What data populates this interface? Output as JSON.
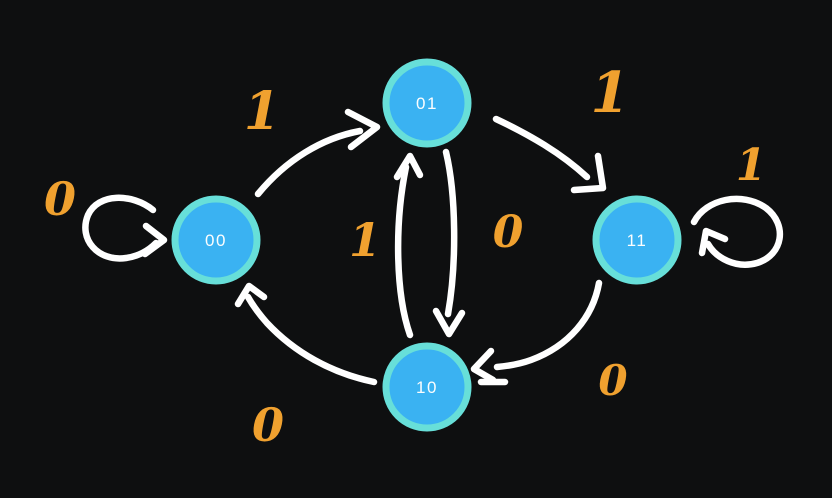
{
  "diagram": {
    "type": "finite-state-machine",
    "colors": {
      "background": "#0e0f10",
      "node_fill": "#3ab2f2",
      "node_border": "#67dfd9",
      "arrow": "#ffffff",
      "edge_label": "#f0a12f",
      "node_label": "#fbfdfe"
    },
    "nodes": [
      {
        "id": "00",
        "label": "00"
      },
      {
        "id": "01",
        "label": "01"
      },
      {
        "id": "11",
        "label": "11"
      },
      {
        "id": "10",
        "label": "10"
      }
    ],
    "edges": [
      {
        "from": "00",
        "to": "00",
        "label": "0"
      },
      {
        "from": "00",
        "to": "01",
        "label": "1"
      },
      {
        "from": "01",
        "to": "11",
        "label": "1"
      },
      {
        "from": "11",
        "to": "11",
        "label": "1"
      },
      {
        "from": "11",
        "to": "10",
        "label": "0"
      },
      {
        "from": "10",
        "to": "00",
        "label": "0"
      },
      {
        "from": "10",
        "to": "01",
        "label": "1"
      },
      {
        "from": "01",
        "to": "10",
        "label": "0"
      }
    ]
  }
}
